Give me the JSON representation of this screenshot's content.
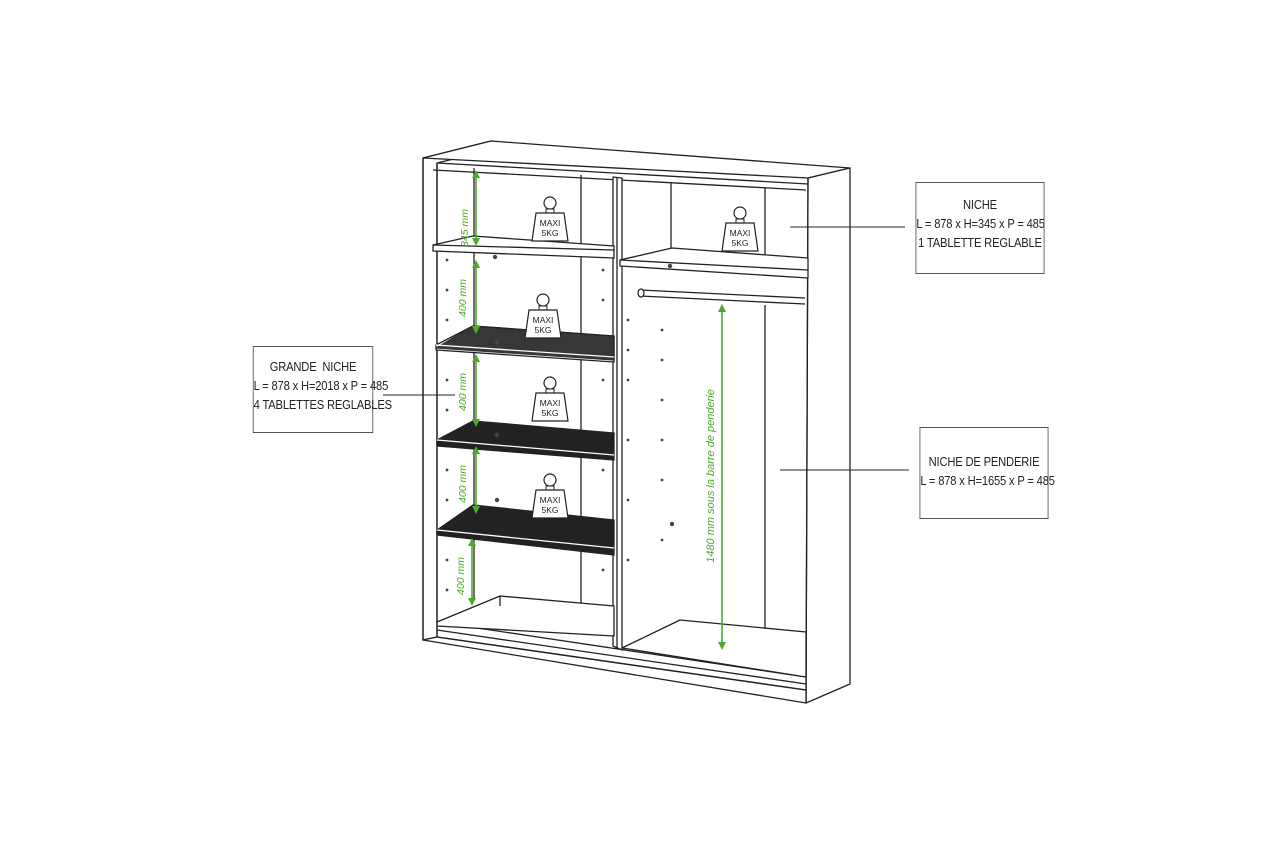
{
  "callouts": {
    "niche": {
      "title": "NICHE",
      "dims": "L = 878 x H=345 x P = 485",
      "note": "1 TABLETTE REGLABLE"
    },
    "grande_niche": {
      "title": "GRANDE  NICHE",
      "dims": "L = 878 x H=2018 x P = 485",
      "note": "4 TABLETTES REGLABLES"
    },
    "penderie": {
      "title": "NICHE DE PENDERIE",
      "dims": "L = 878 x H=1655 x P = 485"
    }
  },
  "dimensions": {
    "top_niche": "345 mm",
    "shelf_gap_1": "400 mm",
    "shelf_gap_2": "400 mm",
    "shelf_gap_3": "400 mm",
    "bottom_gap": "400 mm",
    "hanging_rail": "1480 mm sous la barre de penderie"
  },
  "weight_badge": {
    "line1": "MAXI",
    "line2": "5KG"
  },
  "colors": {
    "dimension_green": "#4fa82a",
    "line": "#222222",
    "shelf_fill": "#ffffff"
  }
}
